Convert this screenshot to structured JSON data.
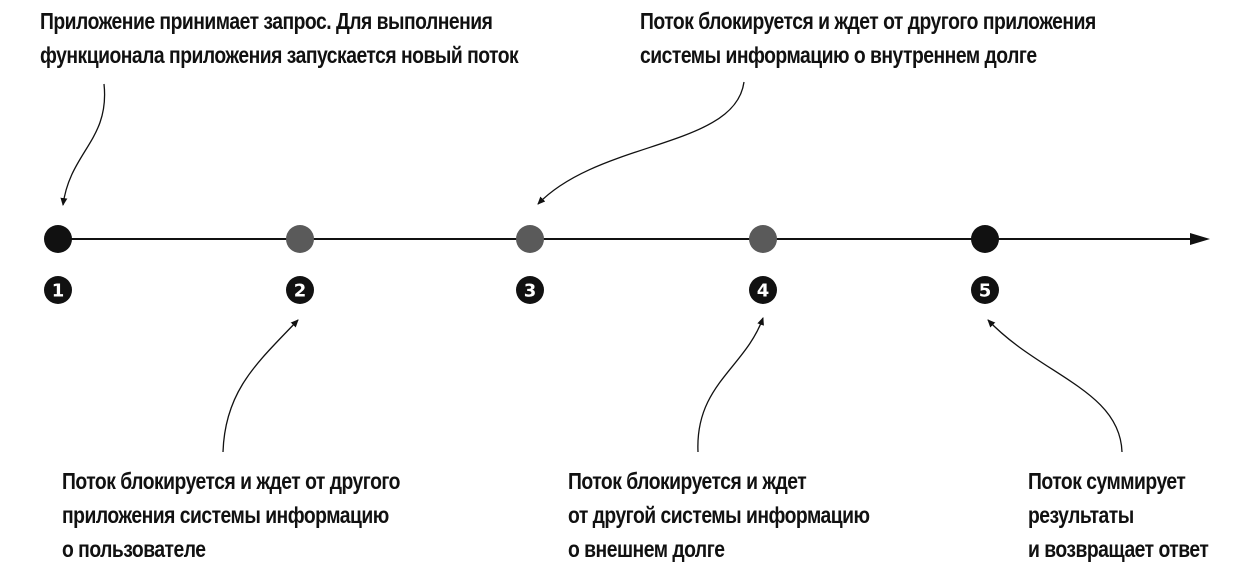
{
  "steps": [
    {
      "number": "1",
      "color": "#111111",
      "label": [
        "Приложение принимает запрос. Для выполнения",
        "функционала приложения запускается новый поток"
      ]
    },
    {
      "number": "2",
      "color": "#5a5a5a",
      "label": [
        "Поток блокируется и ждет от другого",
        "приложения системы информацию",
        "о пользователе"
      ]
    },
    {
      "number": "3",
      "color": "#5a5a5a",
      "label": [
        "Поток блокируется и ждет от другого приложения",
        "системы информацию о внутреннем долге"
      ]
    },
    {
      "number": "4",
      "color": "#5a5a5a",
      "label": [
        "Поток блокируется и ждет",
        "от другой системы информацию",
        "о внешнем долге"
      ]
    },
    {
      "number": "5",
      "color": "#111111",
      "label": [
        "Поток суммирует",
        "результаты",
        "и возвращает ответ"
      ]
    }
  ]
}
